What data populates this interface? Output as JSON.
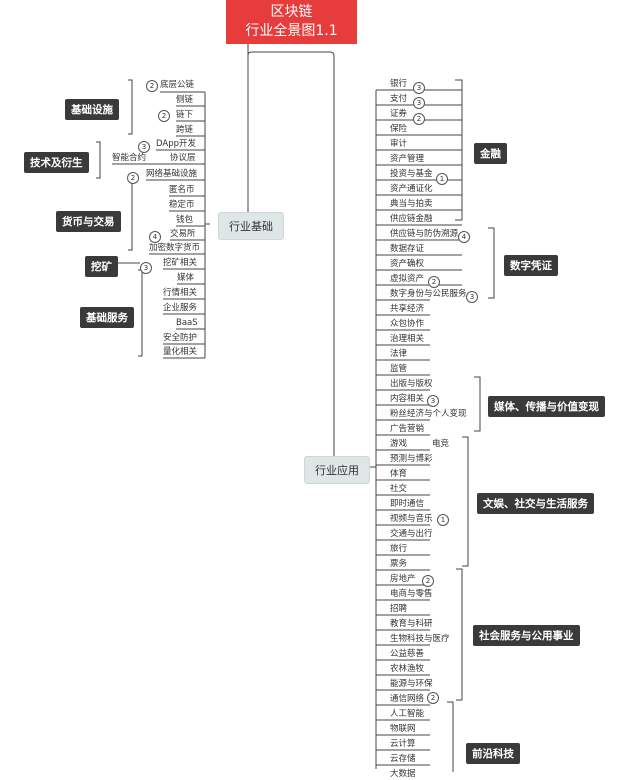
{
  "root": {
    "line1": "区块链",
    "line2": "行业全景图1.1"
  },
  "left_hub": "行业基础",
  "right_hub": "行业应用",
  "left_categories": [
    {
      "label": "基础设施",
      "leaves": [
        "底层公链",
        "侧链",
        "链下",
        "跨链"
      ]
    },
    {
      "label": "技术及衍生",
      "leaves": [
        "DApp开发",
        "智能合约",
        "协议层",
        "网络基础设施"
      ]
    },
    {
      "label": "货币与交易",
      "leaves": [
        "匿名币",
        "稳定币",
        "钱包",
        "交易所",
        "加密数字货币"
      ]
    },
    {
      "label": "挖矿",
      "leaves": [
        "挖矿相关"
      ]
    },
    {
      "label": "基础服务",
      "leaves": [
        "媒体",
        "行情相关",
        "企业服务",
        "BaaS",
        "安全防护",
        "量化相关"
      ]
    }
  ],
  "right_categories": [
    {
      "label": "金融",
      "leaves": [
        "银行",
        "支付",
        "证券",
        "保险",
        "审计",
        "资产管理",
        "投资与基金",
        "资产通证化",
        "典当与拍卖",
        "供应链金融"
      ]
    },
    {
      "label": "数字凭证",
      "leaves": [
        "供应链与防伪溯源",
        "数据存证",
        "资产确权",
        "虚拟资产",
        "数字身份与公民服务"
      ]
    },
    {
      "label": "",
      "leaves": [
        "共享经济",
        "众包协作",
        "治理相关",
        "法律",
        "监管"
      ]
    },
    {
      "label": "媒体、传播与价值变现",
      "leaves": [
        "出版与版权",
        "内容相关",
        "粉丝经济与个人变现",
        "广告营销"
      ]
    },
    {
      "label": "文娱、社交与生活服务",
      "leaves": [
        "游戏",
        "电竞",
        "预测与博彩",
        "体育",
        "社交",
        "即时通信",
        "视频与音乐",
        "交通与出行",
        "旅行",
        "票务"
      ]
    },
    {
      "label": "社会服务与公用事业",
      "leaves": [
        "房地产",
        "电商与零售",
        "招聘",
        "教育与科研",
        "生物科技与医疗",
        "公益慈善",
        "农林渔牧",
        "能源与环保",
        "通信网络"
      ]
    },
    {
      "label": "前沿科技",
      "leaves": [
        "人工智能",
        "物联网",
        "云计算",
        "云存储",
        "大数据"
      ]
    }
  ],
  "badges": [
    "2",
    "2",
    "3",
    "2",
    "4",
    "3",
    "3",
    "3",
    "2",
    "1",
    "4",
    "2",
    "3",
    "3",
    "1",
    "2",
    "2"
  ],
  "colors": {
    "root": "#e63c3c",
    "category": "#3a3a3a",
    "hub": "#dfe6e6",
    "line": "#444444"
  }
}
